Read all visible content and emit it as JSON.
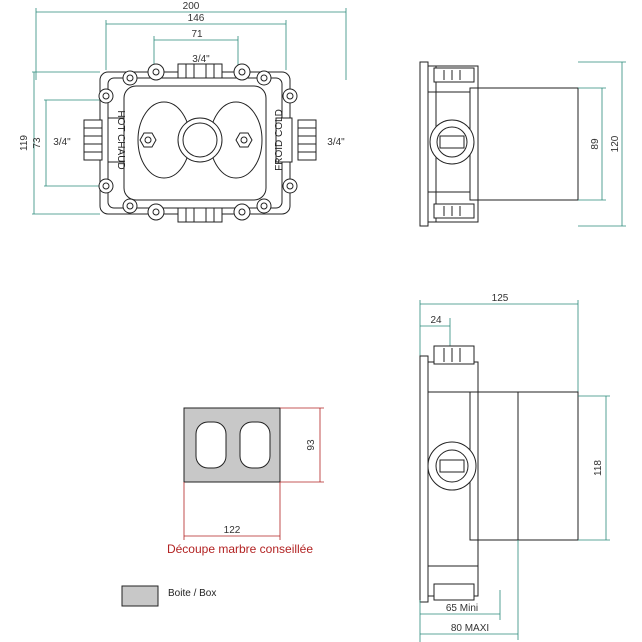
{
  "top_view": {
    "dims": {
      "width_200": "200",
      "width_146": "146",
      "width_71": "71",
      "thread_top": "3/4\"",
      "height_119": "119",
      "height_73": "73",
      "thread_left": "3/4\"",
      "thread_right": "3/4\""
    },
    "labels": {
      "left_block": "HOT CHAUD",
      "right_block": "FROID COLD"
    }
  },
  "side_view_top": {
    "dims": {
      "height_89": "89",
      "height_120": "120"
    }
  },
  "side_view_bottom": {
    "dims": {
      "width_125": "125",
      "offset_24": "24",
      "height_118": "118",
      "depth_65": "65 Mini",
      "depth_80": "80 MAXI"
    }
  },
  "cutout": {
    "dims": {
      "height_93": "93",
      "width_122": "122"
    },
    "caption": "Découpe marbre conseillée"
  },
  "legend": {
    "label": "Boite / Box",
    "swatch_color": "#c8c8c8"
  },
  "colors": {
    "dimension": "#2a8a7a",
    "caption": "#b22222"
  }
}
